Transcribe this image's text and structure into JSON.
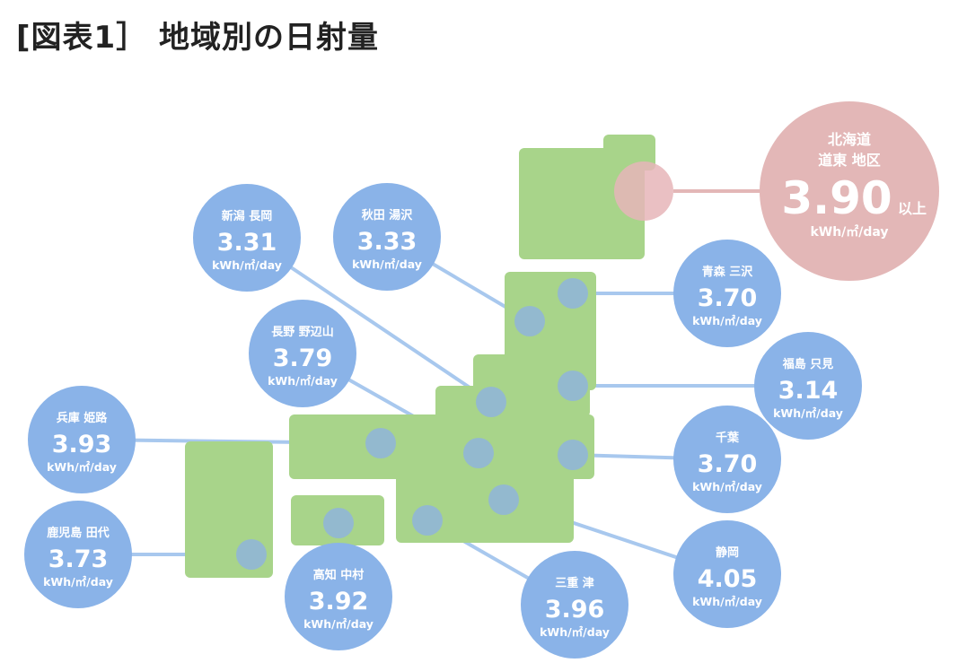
{
  "title": "[図表1］ 地域別の日射量",
  "colors": {
    "land": "#a8d48a",
    "land_stroke": "#e6f2da",
    "bubble": "#8ab3e8",
    "marker": "#93b9cf",
    "line": "#a8c8ee",
    "highlight": "#e3b7b7",
    "highlight_marker": "#e6b5b8"
  },
  "unit": "kWh/㎡/day",
  "stations": [
    {
      "id": "niigata-nagaoka",
      "region": "新潟 長岡",
      "value": "3.31"
    },
    {
      "id": "akita-yuzawa",
      "region": "秋田 湯沢",
      "value": "3.33"
    },
    {
      "id": "aomori-misawa",
      "region": "青森 三沢",
      "value": "3.70"
    },
    {
      "id": "nagano-nobeyama",
      "region": "長野 野辺山",
      "value": "3.79"
    },
    {
      "id": "fukushima-tadami",
      "region": "福島 只見",
      "value": "3.14"
    },
    {
      "id": "hyogo-himeji",
      "region": "兵庫 姫路",
      "value": "3.93"
    },
    {
      "id": "chiba",
      "region": "千葉",
      "value": "3.70"
    },
    {
      "id": "kagoshima-tashiro",
      "region": "鹿児島 田代",
      "value": "3.73"
    },
    {
      "id": "kochi-nakamura",
      "region": "高知 中村",
      "value": "3.92"
    },
    {
      "id": "mie-tsu",
      "region": "三重 津",
      "value": "3.96"
    },
    {
      "id": "shizuoka",
      "region": "静岡",
      "value": "4.05"
    }
  ],
  "hokkaido": {
    "region_line1": "北海道",
    "region_line2": "道東 地区",
    "value": "3.90",
    "suffix": "以上"
  }
}
